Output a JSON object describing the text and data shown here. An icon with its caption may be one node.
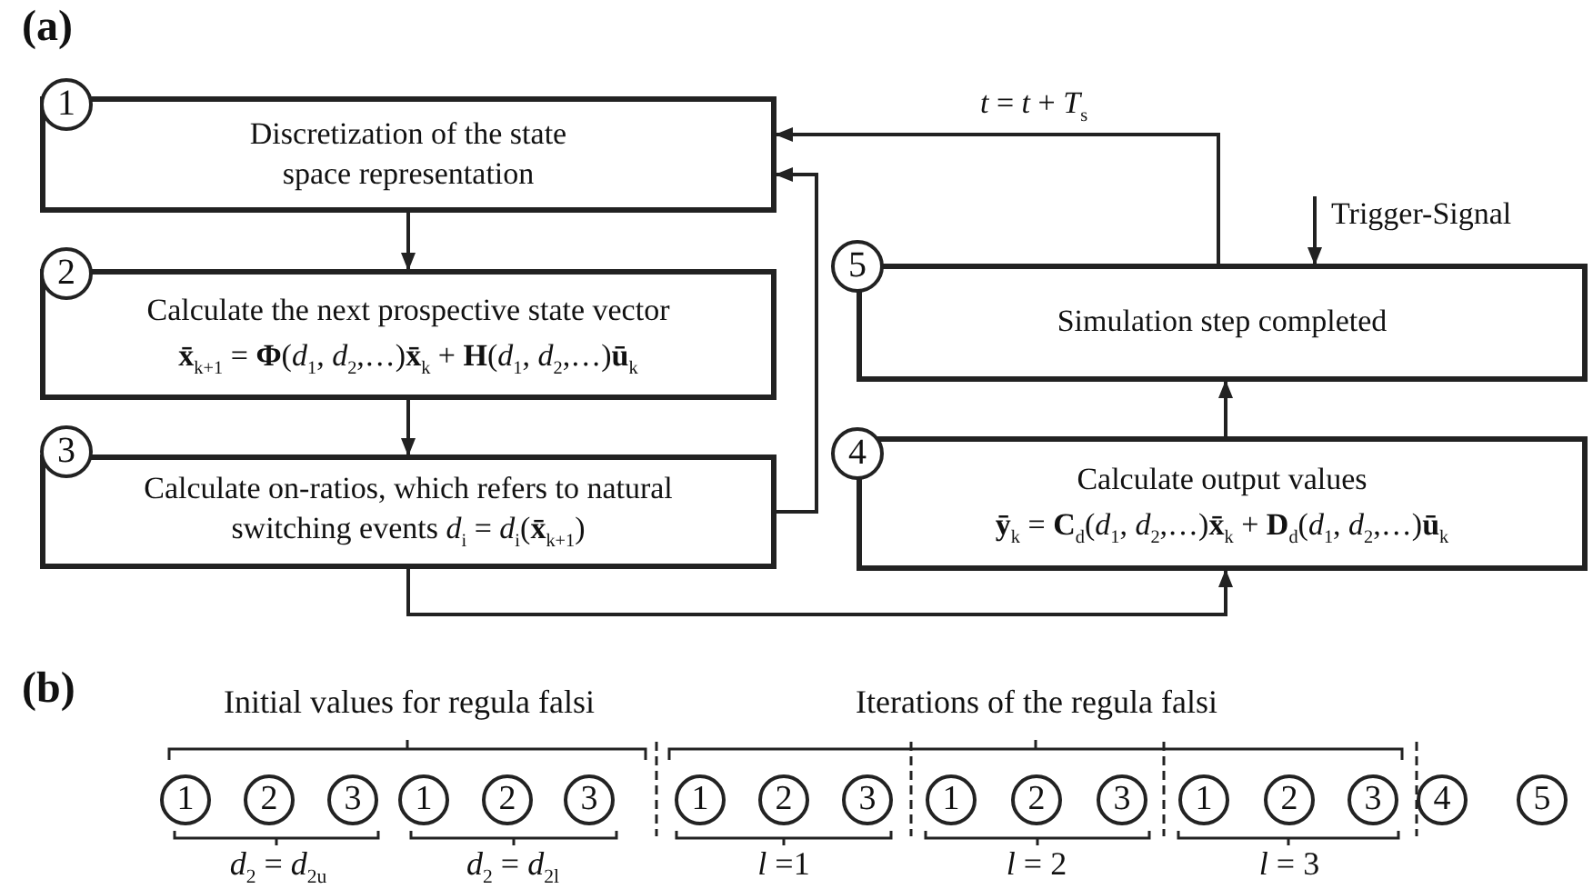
{
  "diagram": {
    "nodes": [
      {
        "text": [
          "1"
        ]
      },
      {
        "text": [
          "Discretization of the state space representation"
        ]
      },
      {
        "text": [
          "2"
        ]
      },
      {
        "text": [
          "Calculate the next prospective state vector",
          "**x̄**$_{k+1}$ = **Φ**(*d*$_{1}$, *d*$_{2}$,…)**x̄**$_{k}$ + **H**(*d*$_{1}$, *d*$_{2}$,…)**ū**$_{k}$"
        ]
      },
      {
        "text": [
          "3"
        ]
      },
      {
        "text": [
          "Calculate on-ratios, which refers to natural switching events *d*$_{i}$ = *d*$_{i}$(**x̄**$_{k+1}$)"
        ]
      },
      {
        "text": [
          "5"
        ]
      },
      {
        "text": [
          "Simulation step completed"
        ]
      },
      {
        "text": [
          "4"
        ]
      },
      {
        "text": [
          "Calculate output values",
          "**ȳ**$_{k}$ = **C**$_{d}$(*d*$_{1}$, *d*$_{2}$,…)**x̄**$_{k}$ + **D**$_{d}$(*d*$_{1}$, *d*$_{2}$,…)**ū**$_{k}$"
        ]
      },
      {
        "text": [
          "Trigger-Signal"
        ]
      },
      {
        "text": [
          "1"
        ]
      },
      {
        "text": [
          "2"
        ]
      },
      {
        "text": [
          "3"
        ]
      },
      {
        "text": [
          "1"
        ]
      },
      {
        "text": [
          "2"
        ]
      },
      {
        "text": [
          "3"
        ]
      },
      {
        "text": [
          "1"
        ]
      },
      {
        "text": [
          "2"
        ]
      },
      {
        "text": [
          "3"
        ]
      },
      {
        "text": [
          "1"
        ]
      },
      {
        "text": [
          "2"
        ]
      },
      {
        "text": [
          "3"
        ]
      },
      {
        "text": [
          "1"
        ]
      },
      {
        "text": [
          "2"
        ]
      },
      {
        "text": [
          "3"
        ]
      },
      {
        "text": [
          "4"
        ]
      },
      {
        "text": [
          "5"
        ]
      }
    ],
    "edges": [
      {
        "from": 1,
        "to": 3,
        "arrow": "to"
      },
      {
        "from": 3,
        "to": 5,
        "arrow": "to"
      },
      {
        "from": 5,
        "to": 1,
        "arrow": "to"
      },
      {
        "from": 5,
        "to": 9,
        "arrow": "to"
      },
      {
        "from": 9,
        "to": 7,
        "arrow": "to"
      },
      {
        "from": 7,
        "to": 1,
        "arrow": "to",
        "label": "*t* = *t* + *T*$_{s}$"
      },
      {
        "from": 10,
        "to": 7,
        "arrow": "to"
      }
    ],
    "labels": [
      "(a)",
      "(b)",
      "Initial values for regula falsi",
      "Iterations of the regula falsi",
      "*d*$_{2}$ = *d*$_{2u}$",
      "*d*$_{2}$ = *d*$_{2l}$",
      "*l* =1",
      "*l* = 2",
      "*l* = 3"
    ]
  }
}
